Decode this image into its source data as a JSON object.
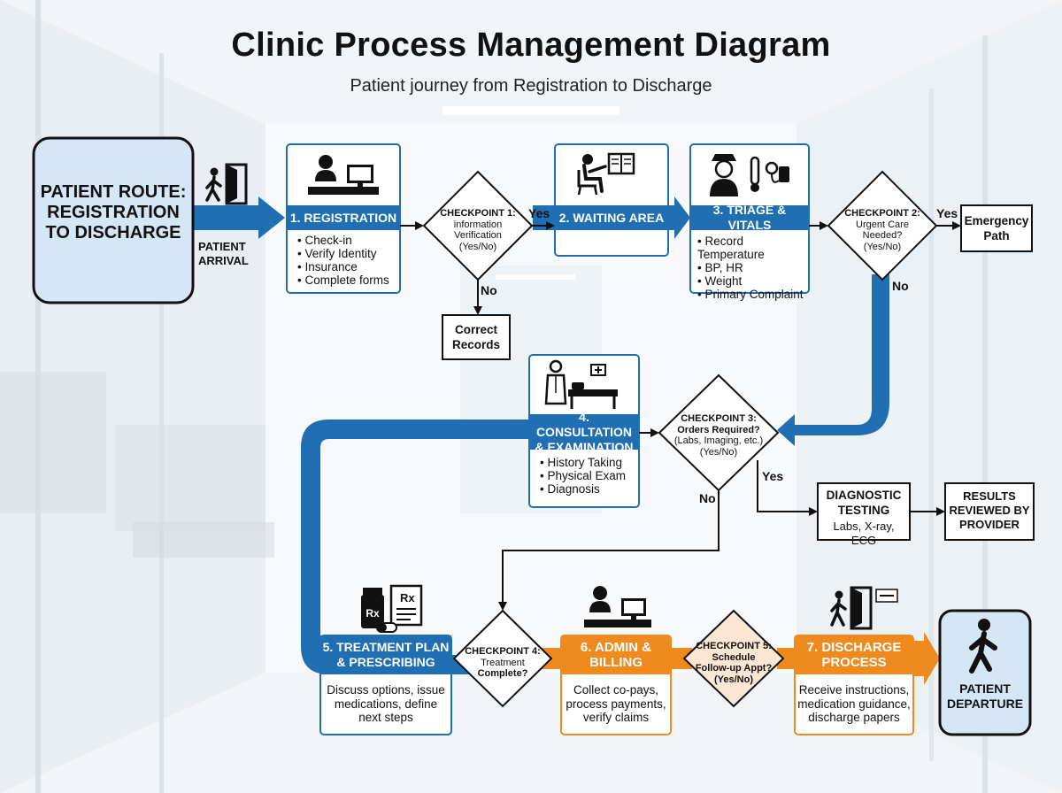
{
  "title": "Clinic Process Management Diagram",
  "subtitle": "Patient journey from Registration to Discharge",
  "colors": {
    "blue": "#1f6fb2",
    "orange": "#ef8a1f",
    "light_blue": "#dcebf8",
    "light_orange": "#fde7d4"
  },
  "start": {
    "label": "PATIENT ROUTE: REGISTRATION TO DISCHARGE",
    "arrival": "PATIENT ARRIVAL",
    "icon": "door-walk-icon"
  },
  "steps": [
    {
      "title": "1. REGISTRATION",
      "items": [
        "Check-in",
        "Verify Identity",
        "Insurance",
        "Complete forms"
      ],
      "icon": "receptionist-icon"
    },
    {
      "title": "2. WAITING AREA",
      "items": [],
      "icon": "waiting-chair-icon"
    },
    {
      "title": "3. TRIAGE & VITALS",
      "items": [
        "Record Temperature",
        "BP, HR",
        "Weight",
        "Primary Complaint"
      ],
      "icon": "nurse-icon"
    },
    {
      "title": "4. CONSULTATION & EXAMINATION",
      "items": [
        "History Taking",
        "Physical Exam",
        "Diagnosis"
      ],
      "icon": "doctor-bed-icon"
    },
    {
      "title": "5. TREATMENT PLAN & PRESCRIBING",
      "desc": "Discuss options, issue medications, define next steps",
      "icon": "prescription-icon"
    },
    {
      "title": "6. ADMIN & BILLING",
      "desc": "Collect co-pays, process payments, verify claims",
      "icon": "admin-desk-icon"
    },
    {
      "title": "7. DISCHARGE PROCESS",
      "desc": "Receive instructions, medication guidance, discharge papers",
      "icon": "exit-walk-icon"
    }
  ],
  "checkpoints": [
    {
      "title": "CHECKPOINT 1:",
      "lines": [
        "information",
        "Verification",
        "(Yes/No)"
      ]
    },
    {
      "title": "CHECKPOINT 2:",
      "lines": [
        "Urgent Care",
        "Needed?",
        "(Yes/No)"
      ]
    },
    {
      "title": "CHECKPOINT 3:",
      "lines": [
        "Orders Required?",
        "(Labs, Imaging, etc.)",
        "(Yes/No)"
      ]
    },
    {
      "title": "CHECKPOINT 4:",
      "lines": [
        "Treatment",
        "Complete?"
      ]
    },
    {
      "title": "CHECKPOINT 5:",
      "lines": [
        "Schedule",
        "Follow-up Appt?",
        "(Yes/No)"
      ]
    }
  ],
  "side_boxes": {
    "correct_records": "Correct Records",
    "emergency_path": "Emergency Path",
    "diagnostic_title": "DIAGNOSTIC TESTING",
    "diagnostic_detail": "Labs, X-ray, ECG",
    "results": "RESULTS REVIEWED BY PROVIDER"
  },
  "branch_labels": {
    "yes": "Yes",
    "no": "No"
  },
  "end": {
    "label": "PATIENT DEPARTURE",
    "icon": "walking-person-icon"
  }
}
